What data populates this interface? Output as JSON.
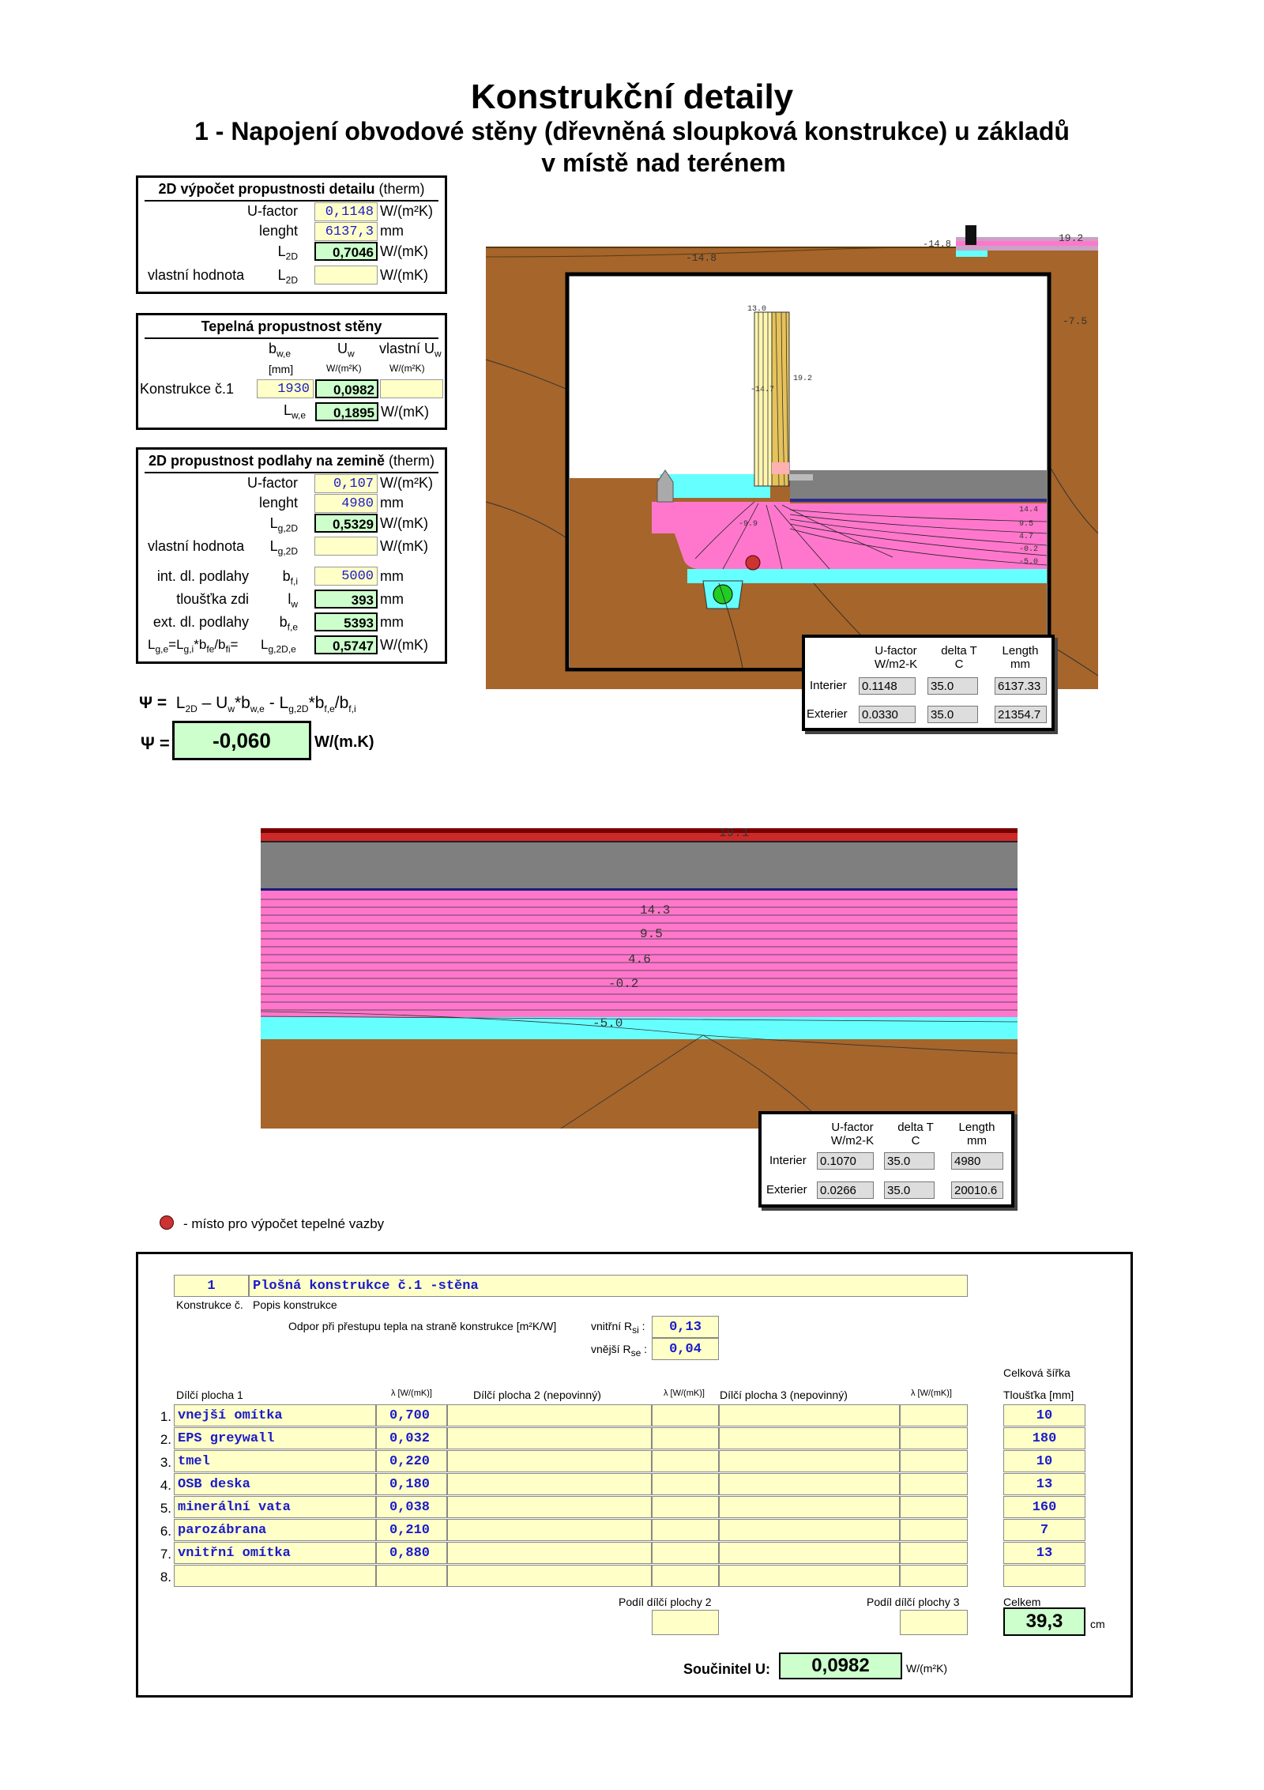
{
  "title": "Konstrukční detaily",
  "subtitle1": "1 - Napojení obvodové stěny (dřevněná sloupková konstrukce) u základů",
  "subtitle2": "v místě nad terénem",
  "box1": {
    "header": "2D výpočet propustnosti detailu",
    "header_suffix": "(therm)",
    "ufactor_label": "U-factor",
    "ufactor": "0,1148",
    "ufactor_unit": "W/(m²K)",
    "lenght_label": "lenght",
    "lenght": "6137,3",
    "lenght_unit": "mm",
    "l2d_label": "L2D",
    "l2d": "0,7046",
    "l2d_unit": "W/(mK)",
    "vlastni_label": "vlastní hodnota",
    "vlastni_sym": "L2D",
    "vlastni_unit": "W/(mK)"
  },
  "box2": {
    "header": "Tepelná propustnost stěny",
    "col1": "bw,e",
    "col2": "Uw",
    "col3": "vlastní Uw",
    "unit1": "[mm]",
    "unit2": "W/(m²K)",
    "unit3": "W/(m²K)",
    "row_label": "Konstrukce č.1",
    "bwe": "1930",
    "uw": "0,0982",
    "lwe_label": "Lw,e",
    "lwe": "0,1895",
    "lwe_unit": "W/(mK)"
  },
  "box3": {
    "header": "2D propustnost podlahy na zemině",
    "header_suffix": "(therm)",
    "ufactor_label": "U-factor",
    "ufactor": "0,107",
    "ufactor_unit": "W/(m²K)",
    "lenght_label": "lenght",
    "lenght": "4980",
    "lenght_unit": "mm",
    "lg2d_label": "Lg,2D",
    "lg2d": "0,5329",
    "lg2d_unit": "W/(mK)",
    "vlastni_label": "vlastní hodnota",
    "vlastni_sym": "Lg,2D",
    "vlastni_unit": "W/(mK)",
    "int_label": "int. dl. podlahy",
    "int_sym": "bf,i",
    "int_val": "5000",
    "int_unit": "mm",
    "tl_label": "tloušťka zdi",
    "tl_sym": "lw",
    "tl_val": "393",
    "tl_unit": "mm",
    "ext_label": "ext. dl. podlahy",
    "ext_sym": "bf,e",
    "ext_val": "5393",
    "ext_unit": "mm",
    "lge_label": "Lg,e=Lg,i*bfe/bfi=",
    "lge_sym": "Lg,2D,e",
    "lge_val": "0,5747",
    "lge_unit": "W/(mK)"
  },
  "psi": {
    "formula": "Ψ = L2D – Uw*bw,e - Lg,2D*bf,e/bf,i",
    "label": "Ψ =",
    "value": "-0,060",
    "unit": "W/(m.K)"
  },
  "sim1": {
    "labels": [
      "-14.8",
      "-14.7",
      "19.2",
      "-9.9",
      "14.4",
      "9.5",
      "4.7",
      "-0.2",
      "-5.0",
      "19.2",
      "-7.5",
      "-14.8",
      "13.0"
    ],
    "results": {
      "h_ufactor": "U-factor",
      "h_ufactor_u": "W/m2-K",
      "h_delta": "delta T",
      "h_delta_u": "C",
      "h_length": "Length",
      "h_length_u": "mm",
      "interior_label": "Interier",
      "interior_u": "0.1148",
      "interior_dt": "35.0",
      "interior_len": "6137.33",
      "exterior_label": "Exterier",
      "exterior_u": "0.0330",
      "exterior_dt": "35.0",
      "exterior_len": "21354.7"
    }
  },
  "sim2": {
    "labels": [
      "19.1",
      "14.3",
      "9.5",
      "4.6",
      "-0.2",
      "-5.0"
    ],
    "results": {
      "h_ufactor": "U-factor",
      "h_ufactor_u": "W/m2-K",
      "h_delta": "delta T",
      "h_delta_u": "C",
      "h_length": "Length",
      "h_length_u": "mm",
      "interior_label": "Interier",
      "interior_u": "0.1070",
      "interior_dt": "35.0",
      "interior_len": "4980",
      "exterior_label": "Exterier",
      "exterior_u": "0.0266",
      "exterior_dt": "35.0",
      "exterior_len": "20010.6"
    }
  },
  "legend": "- místo pro výpočet tepelné vazby",
  "constr": {
    "num": "1",
    "name": "Plošná konstrukce č.1 -stěna",
    "num_label": "Konstrukce č.",
    "name_label": "Popis konstrukce",
    "odpor_label": "Odpor při přestupu tepla na straně konstrukce [m²K/W]",
    "rsi_label": "vnitřní Rsi :",
    "rsi": "0,13",
    "rse_label": "vnější Rse :",
    "rse": "0,04",
    "celk_sirka": "Celková šířka",
    "col_plocha1": "Dílčí plocha 1",
    "col_lambda": "λ [W/(mK)]",
    "col_plocha2": "Dílčí plocha 2 (nepovinný)",
    "col_lambda2": "λ [W/(mK)]",
    "col_plocha3": "Dílčí plocha 3 (nepovinný)",
    "col_lambda3": "λ [W/(mK)]",
    "col_tloustka": "Tloušťka [mm]",
    "rows": [
      {
        "n": "1.",
        "name": "vnejší omítka",
        "lambda": "0,700",
        "t": "10"
      },
      {
        "n": "2.",
        "name": "EPS greywall",
        "lambda": "0,032",
        "t": "180"
      },
      {
        "n": "3.",
        "name": "tmel",
        "lambda": "0,220",
        "t": "10"
      },
      {
        "n": "4.",
        "name": "OSB deska",
        "lambda": "0,180",
        "t": "13"
      },
      {
        "n": "5.",
        "name": "minerální vata",
        "lambda": "0,038",
        "t": "160"
      },
      {
        "n": "6.",
        "name": "parozábrana",
        "lambda": "0,210",
        "t": "7"
      },
      {
        "n": "7.",
        "name": "vnitřní omítka",
        "lambda": "0,880",
        "t": "13"
      },
      {
        "n": "8.",
        "name": "",
        "lambda": "",
        "t": ""
      }
    ],
    "podil2": "Podíl dílčí plochy 2",
    "podil3": "Podíl dílčí plochy 3",
    "celkem_label": "Celkem",
    "celkem": "39,3",
    "celkem_unit": "cm",
    "souc_label": "Součinitel U:",
    "souc": "0,0982",
    "souc_unit": "W/(m²K)"
  }
}
